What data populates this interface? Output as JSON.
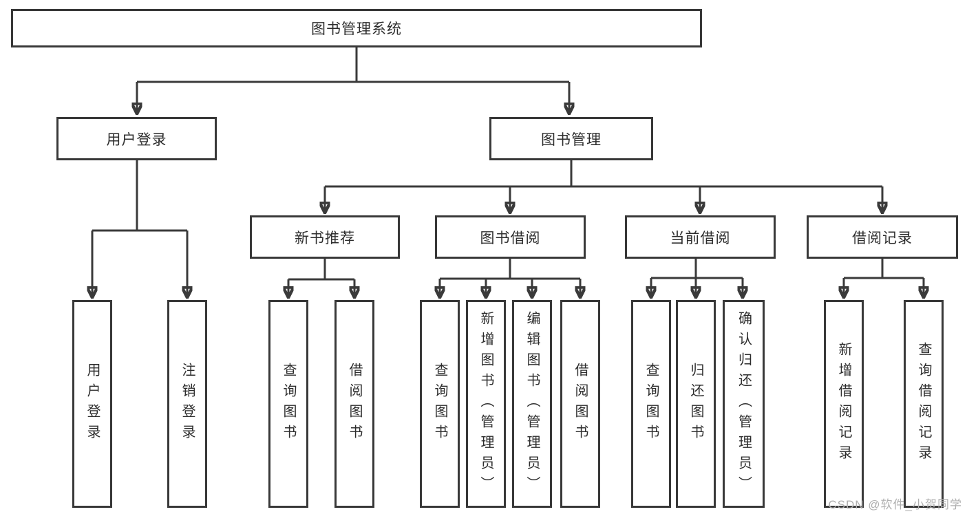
{
  "diagram": {
    "type": "hierarchy-tree",
    "levels": 4,
    "nodes": {
      "root": "图书管理系统",
      "user_login": "用户登录",
      "book_mgmt": "图书管理",
      "new_book_rec": "新书推荐",
      "book_borrow": "图书借阅",
      "current_borrow": "当前借阅",
      "borrow_records": "借阅记录",
      "leaf_user_login": "用户登录",
      "leaf_logout": "注销登录",
      "leaf_rec_query_book": "查询图书",
      "leaf_rec_borrow_book": "借阅图书",
      "leaf_bor_query_book": "查询图书",
      "leaf_bor_add_book": "新增图书（管理员）",
      "leaf_bor_edit_book": "编辑图书（管理员）",
      "leaf_bor_borrow_book": "借阅图书",
      "leaf_cur_query_book": "查询图书",
      "leaf_cur_return_book": "归还图书",
      "leaf_cur_confirm_return": "确认归还（管理员）",
      "leaf_log_add_record": "新增借阅记录",
      "leaf_log_query_record": "查询借阅记录"
    },
    "edges": [
      [
        "图书管理系统",
        "用户登录"
      ],
      [
        "图书管理系统",
        "图书管理"
      ],
      [
        "用户登录",
        "用户登录"
      ],
      [
        "用户登录",
        "注销登录"
      ],
      [
        "图书管理",
        "新书推荐"
      ],
      [
        "图书管理",
        "图书借阅"
      ],
      [
        "图书管理",
        "当前借阅"
      ],
      [
        "图书管理",
        "借阅记录"
      ],
      [
        "新书推荐",
        "查询图书"
      ],
      [
        "新书推荐",
        "借阅图书"
      ],
      [
        "图书借阅",
        "查询图书"
      ],
      [
        "图书借阅",
        "新增图书（管理员）"
      ],
      [
        "图书借阅",
        "编辑图书（管理员）"
      ],
      [
        "图书借阅",
        "借阅图书"
      ],
      [
        "当前借阅",
        "查询图书"
      ],
      [
        "当前借阅",
        "归还图书"
      ],
      [
        "当前借阅",
        "确认归还（管理员）"
      ],
      [
        "借阅记录",
        "新增借阅记录"
      ],
      [
        "借阅记录",
        "查询借阅记录"
      ]
    ],
    "colors": {
      "line": "#3a3a3a",
      "box_border": "#383838",
      "box_fill": "#ffffff",
      "text": "#2d2d2d",
      "watermark": "#b0b0b0",
      "background": "#ffffff"
    }
  },
  "watermark": {
    "text": "CSDN @软件_小贺同学"
  }
}
